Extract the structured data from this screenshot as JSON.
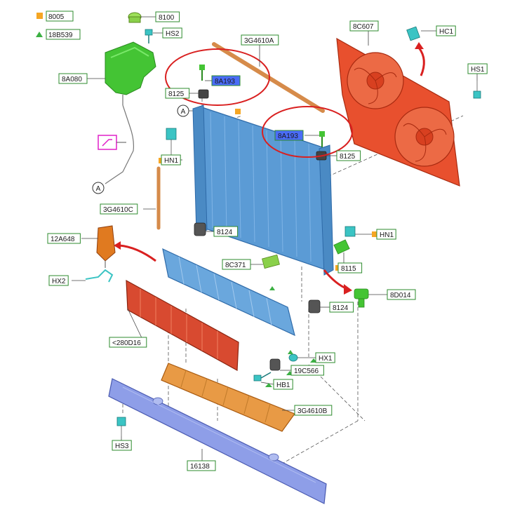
{
  "legend": {
    "items": [
      {
        "code": "8005",
        "icon": "orange-square-icon",
        "color": "#f5a623"
      },
      {
        "code": "18B539",
        "icon": "green-triangle-icon",
        "color": "#3cb043"
      }
    ]
  },
  "part_labels": {
    "p8100": "8100",
    "pHS2": "HS2",
    "p3G4610A": "3G4610A",
    "p8C607": "8C607",
    "pHC1": "HC1",
    "pHS1": "HS1",
    "p8A080": "8A080",
    "p8A193top": "8A193",
    "p8125top": "8125",
    "p8A193right": "8A193",
    "p8125right": "8125",
    "pHN1left": "HN1",
    "p3G4610C": "3G4610C",
    "p8124mid": "8124",
    "pHN1right": "HN1",
    "p12A648": "12A648",
    "p8C371": "8C371",
    "p8115": "8115",
    "pHX2": "HX2",
    "p8D014": "8D014",
    "p8124low": "8124",
    "p280D16": "<280D16",
    "pHX1": "HX1",
    "p19C566": "19C566",
    "pHB1": "HB1",
    "p3G4610B": "3G4610B",
    "pHS3": "HS3",
    "p16138": "16138"
  },
  "markers": {
    "a1": "A",
    "a2": "A"
  },
  "colors": {
    "label_border": "#2e8b2e",
    "highlight_fill": "#4a6cf7",
    "callout_red": "#d92020",
    "radiator_blue": "#5b9bd5",
    "fan_red": "#e8502e",
    "reservoir_green": "#44c434",
    "undertray_orange": "#e89a45",
    "crossmember_blue": "#8e9ee8",
    "connector_cyan": "#3bc4c4",
    "connector_magenta": "#e020c8"
  }
}
